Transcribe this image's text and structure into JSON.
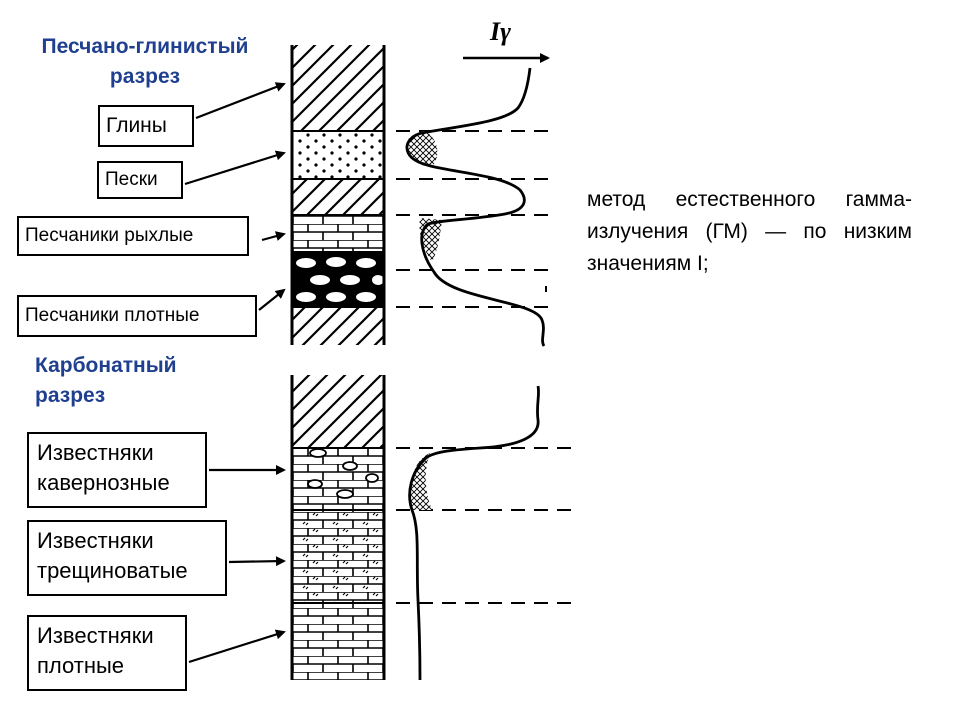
{
  "headings": {
    "sand_clay": [
      "Песчано-глинистый",
      "разрез"
    ],
    "carbonate": [
      "Карбонатный",
      "разрез"
    ]
  },
  "labels": {
    "clay": "Глины",
    "sand": "Пески",
    "loose_sandstone": "Песчаники рыхлые",
    "dense_sandstone": "Песчаники плотные",
    "cavernous_limestone": [
      "Известняки",
      "кавернозные"
    ],
    "fractured_limestone": [
      "Известняки",
      "трещиноватые"
    ],
    "dense_limestone": [
      "Известняки",
      "плотные"
    ]
  },
  "axis_label": "Iγ",
  "description": "метод естественного гамма-излучения (ГМ) — по низким значениям I;",
  "colors": {
    "heading": "#1f3f8f",
    "ink": "#000000"
  }
}
